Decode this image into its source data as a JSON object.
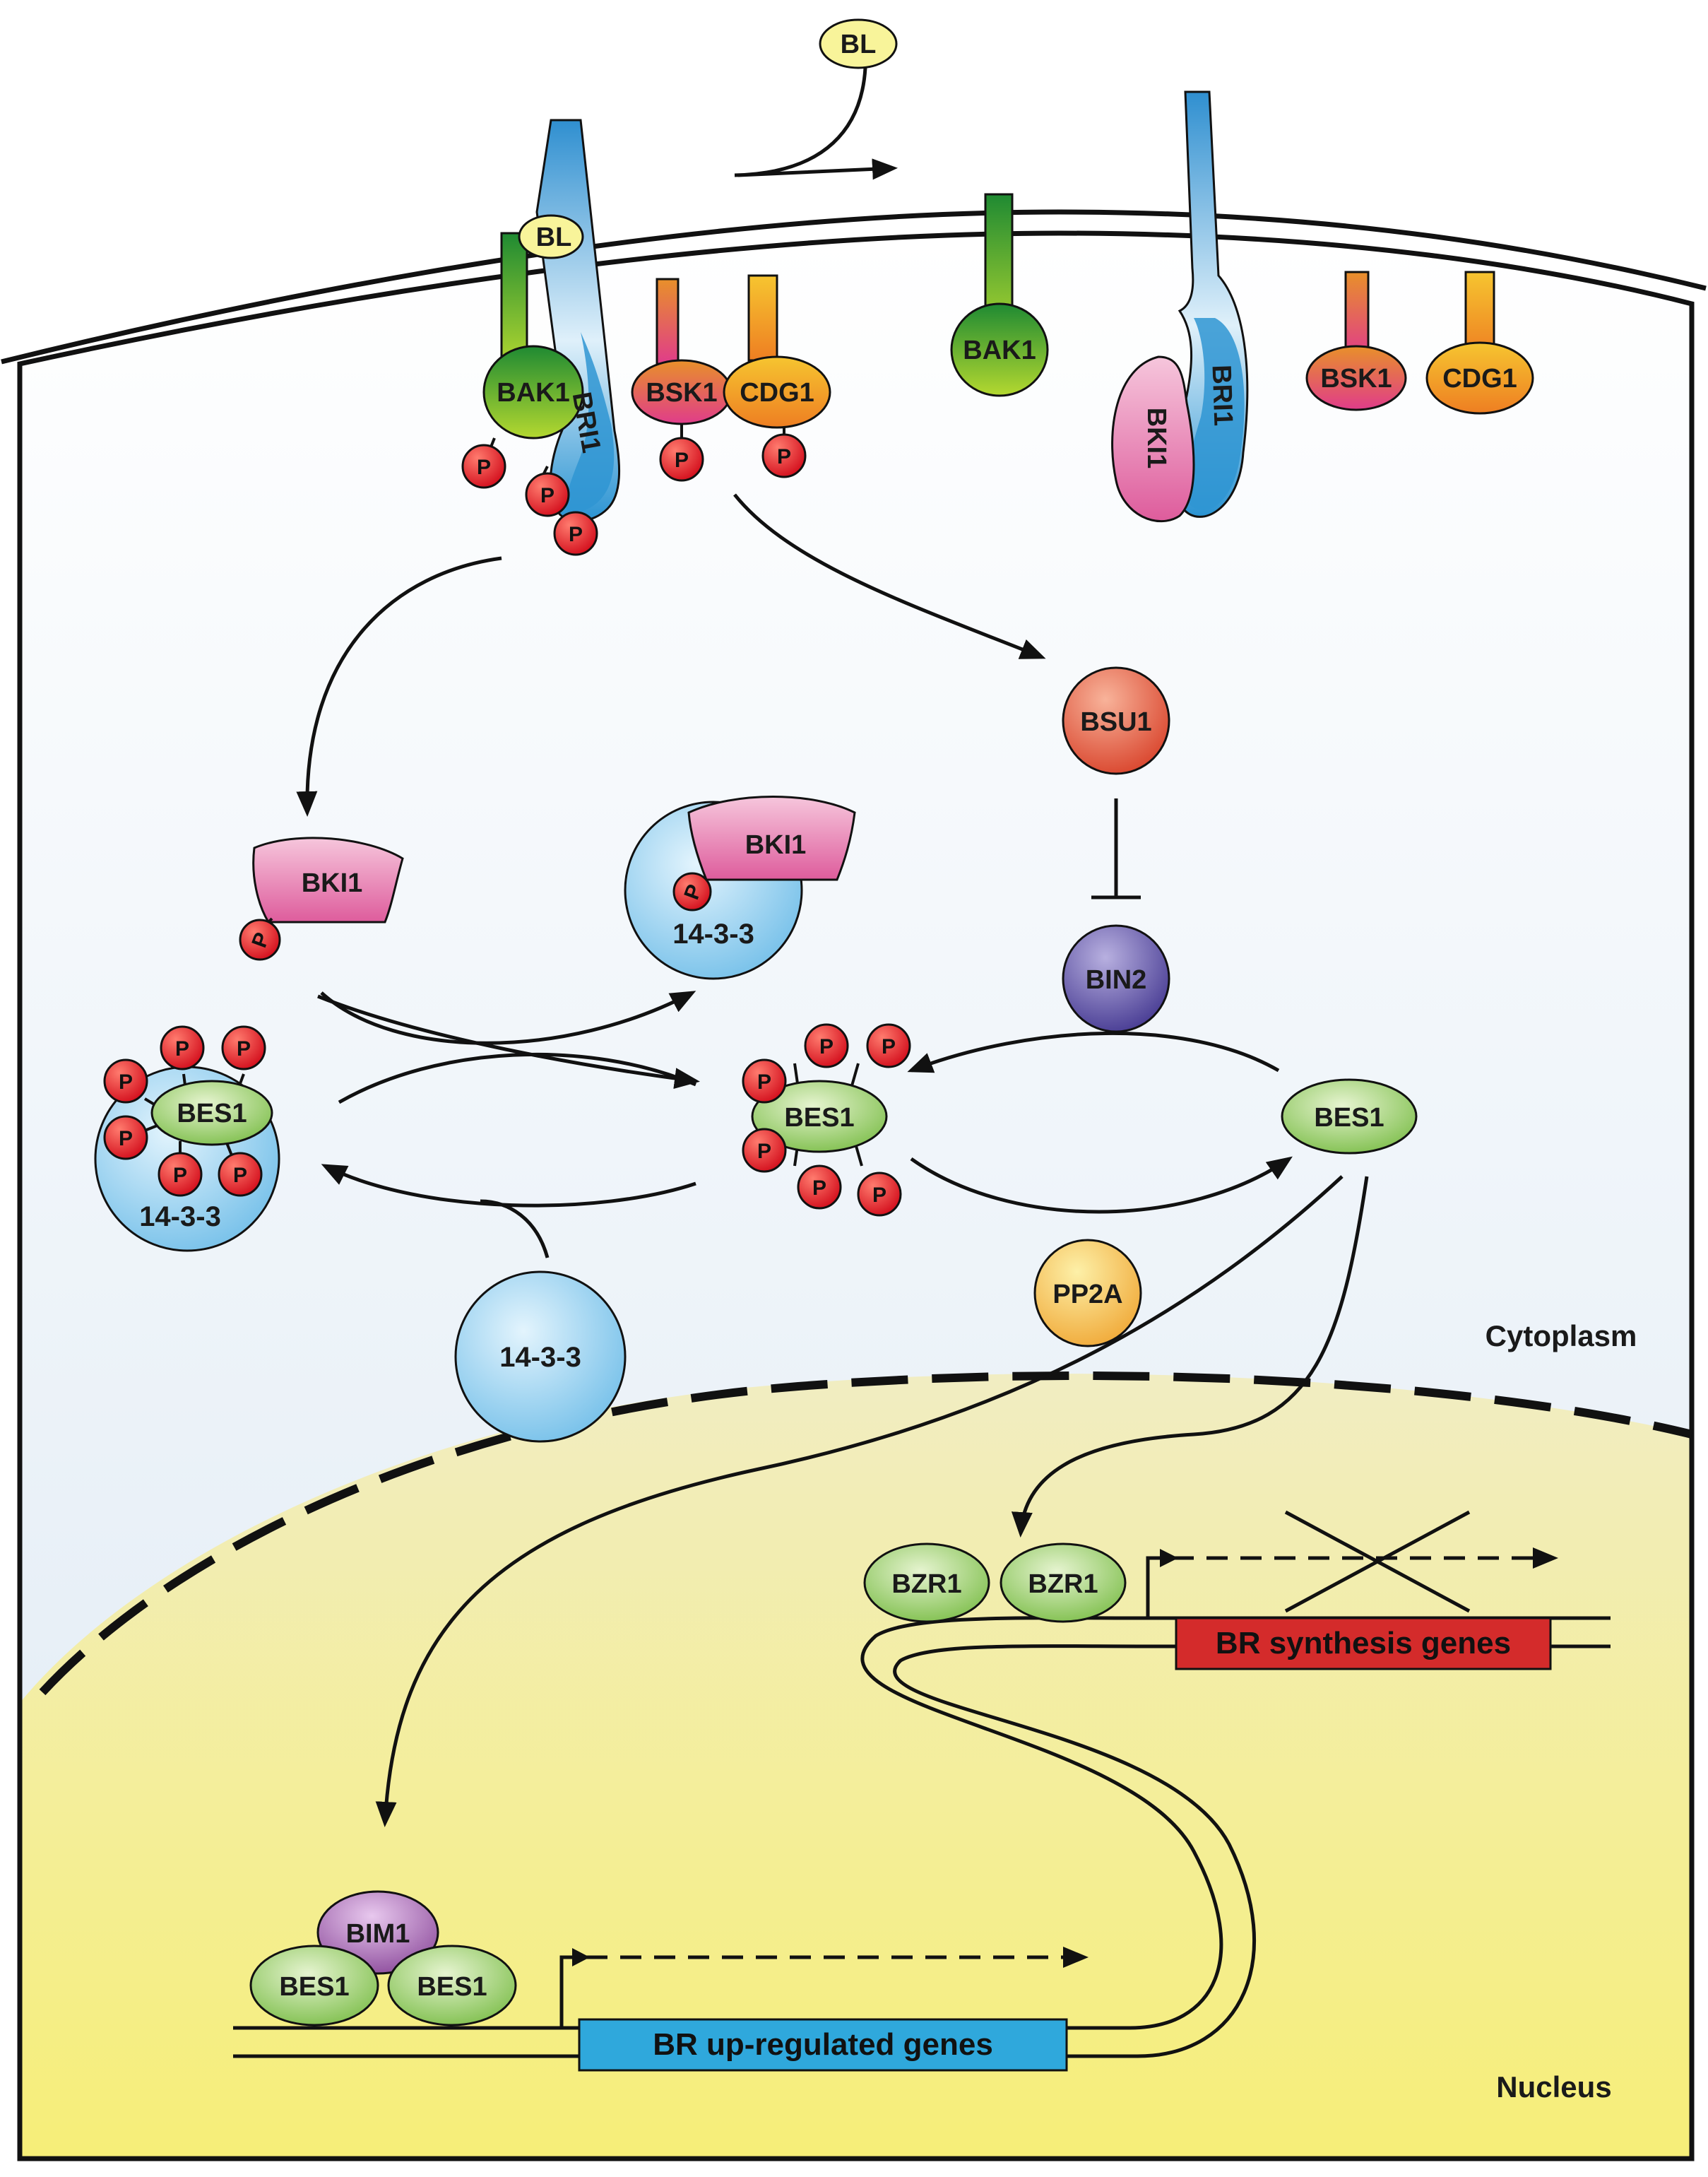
{
  "ligand": "BL",
  "receptor": "BRI1",
  "coreceptor": "BAK1",
  "kinases": [
    "BSK1",
    "CDG1"
  ],
  "inhibitor": "BKI1",
  "phospho": "P",
  "adapter": "14-3-3",
  "phosphatase_bsu1": "BSU1",
  "kinase_bin2": "BIN2",
  "tf_bes1": "BES1",
  "phosphatase_pp2a": "PP2A",
  "tf_bzr1": "BZR1",
  "tf_bim1": "BIM1",
  "cytoplasm_label": "Cytoplasm",
  "nucleus_label": "Nucleus",
  "genes": {
    "up_regulated": "BR up-regulated genes",
    "synthesis": "BR synthesis genes"
  },
  "colors": {
    "bak1": "#4fa31f",
    "bri1": "#2f9ad4",
    "bsk1": "#e05a86",
    "cdg1": "#f0a02a",
    "bki1": "#e07bb0",
    "phospho": "#e01e2a",
    "adapter": "#9fd0f0",
    "bes1": "#9ccc6f",
    "bsu1": "#e0654a",
    "bin2": "#5a4fa0",
    "pp2a": "#f5c25a",
    "bim1": "#9a5aa8",
    "up_gene_box": "#2fa8dc",
    "synth_gene_box": "#d42b2b",
    "nucleus": "#f3eb88",
    "cytoplasm": "#eaf3fb"
  }
}
